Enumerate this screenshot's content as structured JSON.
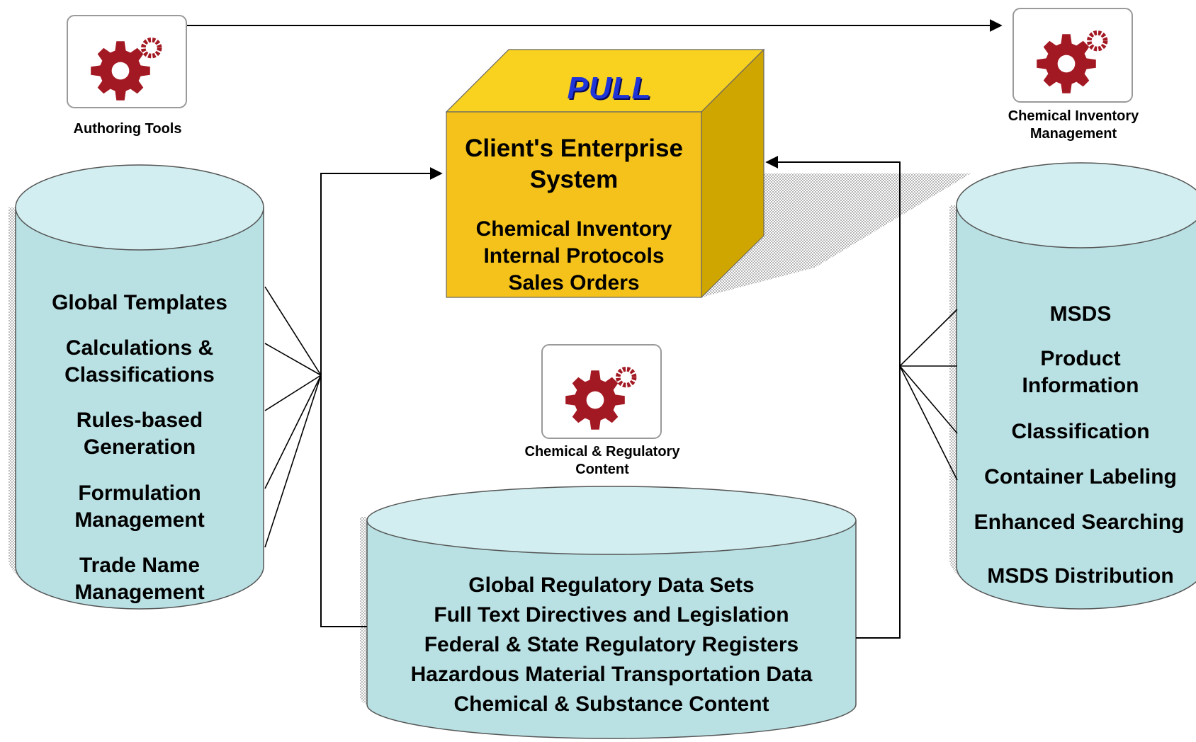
{
  "diagram": {
    "colors": {
      "cylinder_fill": "#b9e0e3",
      "cylinder_top": "#d2eef0",
      "box_front": "#f4c21a",
      "box_top": "#f9d21f",
      "box_side": "#cfa500",
      "pull_text": "#1f35d8",
      "gear": "#a31923",
      "shadow": "#b4b4b4"
    },
    "tools": {
      "authoring": {
        "label": "Authoring Tools",
        "icon": "gear-icon"
      },
      "inventory": {
        "label": "Chemical Inventory Management",
        "icon": "gear-icon"
      },
      "content": {
        "label": "Chemical & Regulatory Content",
        "icon": "gear-icon"
      }
    },
    "enterprise": {
      "pull_label": "PULL",
      "title": "Client's Enterprise System",
      "items": [
        "Chemical Inventory",
        "Internal Protocols",
        "Sales Orders"
      ]
    },
    "left_cylinder": {
      "items": [
        "Global Templates",
        "Calculations & Classifications",
        "Rules-based Generation",
        "Formulation Management",
        "Trade Name Management"
      ]
    },
    "right_cylinder": {
      "items": [
        "MSDS",
        "Product Information",
        "Classification",
        "Container Labeling",
        "Enhanced Searching",
        "MSDS Distribution"
      ]
    },
    "bottom_cylinder": {
      "items": [
        "Global Regulatory Data Sets",
        "Full Text Directives and Legislation",
        "Federal & State Regulatory Registers",
        "Hazardous Material Transportation Data",
        "Chemical & Substance Content"
      ]
    }
  }
}
